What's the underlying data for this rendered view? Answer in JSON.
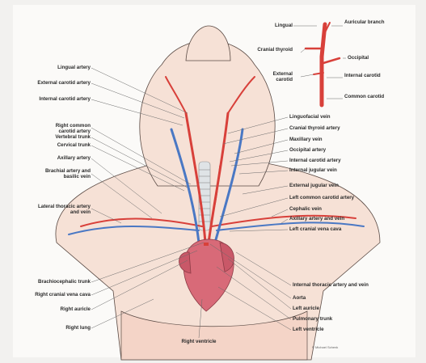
{
  "colors": {
    "artery": "#d8403a",
    "vein": "#4a78c4",
    "skin": "#f6e1d6",
    "outline": "#5a4a44",
    "heart": "#d86a78"
  },
  "inset": {
    "lingual": "Lingual",
    "auricular": "Auricular branch",
    "cranial_thyroid": "Cranial thyroid",
    "occipital": "Occipital",
    "external_carotid": "External carotid",
    "internal_carotid": "Internal carotid",
    "common_carotid": "Common carotid"
  },
  "left_labels": {
    "lingual_artery": "Lingual artery",
    "external_carotid_artery": "External carotid artery",
    "internal_carotid_artery": "Internal carotid artery",
    "right_common_carotid_artery": "Right common carotid artery",
    "vertebral_trunk": "Vertebral trunk",
    "cervical_trunk": "Cervical trunk",
    "axillary_artery": "Axillary artery",
    "brachial_artery_basilic_vein": "Brachial artery and basilic vein",
    "lateral_thoracic": "Lateral thoracic artery and vein",
    "brachiocephalic_trunk": "Brachiocephalic trunk",
    "right_cranial_vena_cava": "Right cranial vena cava",
    "right_auricle": "Right auricle",
    "right_lung": "Right lung"
  },
  "right_labels": {
    "linguofacial_vein": "Linguofacial vein",
    "cranial_thyroid_artery": "Cranial thyroid artery",
    "maxillary_vein": "Maxillary vein",
    "occipital_artery": "Occipital artery",
    "internal_carotid_artery": "Internal carotid artery",
    "internal_jugular_vein": "Internal jugular vein",
    "external_jugular_vein": "External jugular vein",
    "left_common_carotid_artery": "Left common carotid artery",
    "cephalic_vein": "Cephalic vein",
    "axillary_artery_vein": "Axillary artery and vein",
    "left_cranial_vena_cava": "Left cranial vena cava",
    "internal_thoracic": "Internal thoracic artery and vein",
    "aorta": "Aorta",
    "left_auricle": "Left auricle",
    "pulmonary_trunk": "Pulmonary trunk",
    "left_ventricle": "Left ventricle"
  },
  "bottom_labels": {
    "right_ventricle": "Right ventricle"
  },
  "credit": "© Michael Schenk"
}
